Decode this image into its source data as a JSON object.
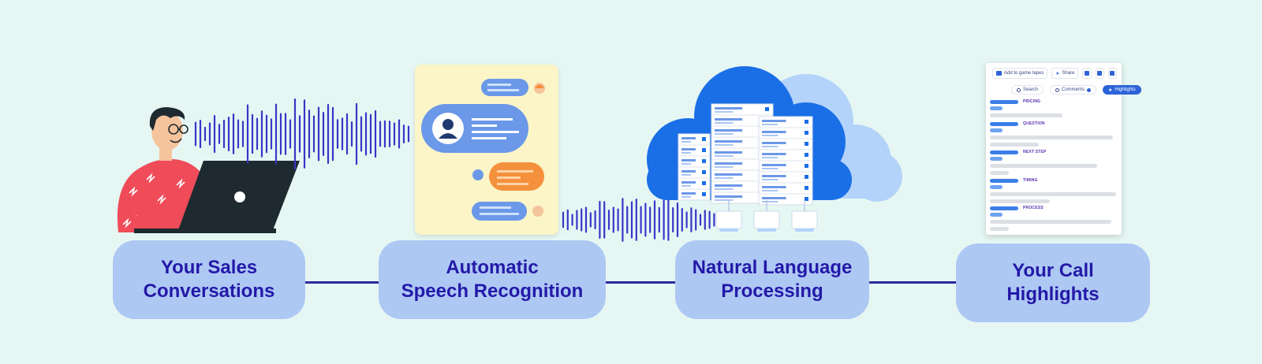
{
  "steps": [
    {
      "line1": "Your Sales",
      "line2": "Conversations"
    },
    {
      "line1": "Automatic",
      "line2": "Speech Recognition"
    },
    {
      "line1": "Natural Language",
      "line2": "Processing"
    },
    {
      "line1": "Your Call",
      "line2": "Highlights"
    }
  ],
  "highlights_card": {
    "toolbar": {
      "add_label": "Add to game tapes",
      "share_label": "Share"
    },
    "tabs": {
      "search": "Search",
      "comments": "Comments",
      "highlights": "Highlights"
    },
    "sections": [
      "PRICING",
      "QUESTION",
      "NEXT STEP",
      "TIMING",
      "PROCESS"
    ]
  },
  "colors": {
    "background": "#e6f7f3",
    "step_box": "#aec8f4",
    "step_text": "#2419a8",
    "connector": "#2b2a9e",
    "waveform": "#3b35c8",
    "cloud_dark": "#1a6fe6",
    "cloud_light": "#b4d3fa",
    "chat_panel": "#fbf5c8",
    "chat_blue": "#6b98e8",
    "chat_orange": "#f5903c",
    "person_shirt": "#ef4b58",
    "laptop": "#1e2a30"
  }
}
